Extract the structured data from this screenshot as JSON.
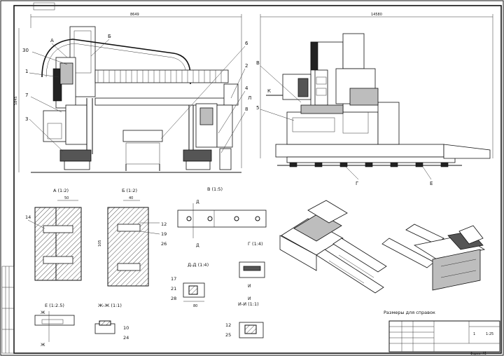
{
  "colors": {
    "ink": "#111111",
    "paper": "#ffffff",
    "hatch": "#555555"
  },
  "front_view": {
    "width_dim": "8649",
    "height_dim": "5845",
    "callouts": [
      "30",
      "А",
      "Б",
      "1",
      "7",
      "3",
      "6",
      "2",
      "4",
      "8"
    ]
  },
  "side_view": {
    "width_dim": "14580",
    "callouts": [
      "В",
      "К",
      "5",
      "Л",
      "Г",
      "Е"
    ]
  },
  "details": {
    "a": {
      "title": "А (1:2)",
      "dim": "50",
      "callouts": [
        "14"
      ]
    },
    "b": {
      "title": "Б (1:2)",
      "dim": "40",
      "callouts": [
        "12",
        "19",
        "26"
      ],
      "side_dim": "105"
    },
    "v": {
      "title": "В (1:5)",
      "section_top": "Д",
      "section_bottom": "Д"
    },
    "g": {
      "title": "Г (1:4)"
    },
    "dd": {
      "title": "Д-Д (1:4)",
      "callouts": [
        "17",
        "21",
        "28"
      ],
      "dim": "80"
    },
    "ii": {
      "title": "И-И (1:1)",
      "callouts": [
        "12",
        "25"
      ],
      "mark_top": "И",
      "mark_bottom": "И"
    },
    "ee": {
      "title": "Е (1:2.5)",
      "mark_top": "Ж",
      "mark_bottom": "Ж"
    },
    "zhzh": {
      "title": "Ж-Ж (1:1)",
      "callouts": [
        "10",
        "24"
      ]
    }
  },
  "caption": "Размеры для справок",
  "title_block": {
    "sheet_a": "1",
    "sheet_b": "1:25",
    "format": "Формат А1"
  }
}
